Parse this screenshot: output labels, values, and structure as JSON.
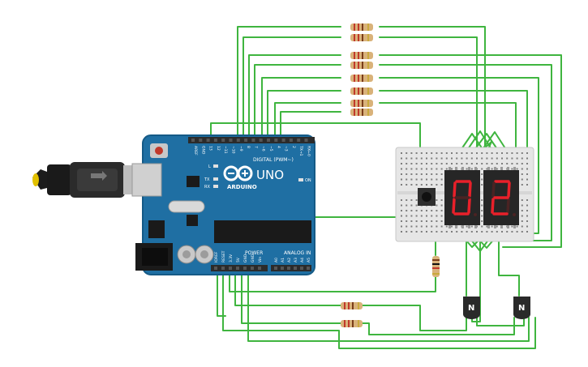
{
  "colors": {
    "wire": "#3fb53f",
    "board": "#1f6fa3",
    "board_edge": "#155a86",
    "header": "#2b2b2b",
    "breadboard": "#e6e6e6",
    "display_body": "#262626",
    "segment_on": "#e8202a",
    "segment_off": "#4a2323",
    "resistor_body": "#d9b27a",
    "transistor": "#2a2a2a"
  },
  "arduino": {
    "brand": "ARDUINO",
    "model": "UNO",
    "digital_label": "DIGITAL (PWM~)",
    "power_label": "POWER",
    "analog_label": "ANALOG IN",
    "on_label": "ON",
    "led_l": "L",
    "led_tx": "TX",
    "led_rx": "RX",
    "digital_pins": [
      "AREF",
      "GND",
      "13",
      "12",
      "~11",
      "~10",
      "~9",
      "8",
      "7",
      "~6",
      "~5",
      "4",
      "~3",
      "2",
      "TX→1",
      "RX←0"
    ],
    "power_pins": [
      "IOREF",
      "RESET",
      "3.3V",
      "5V",
      "GND",
      "GND",
      "Vin"
    ],
    "analog_pins": [
      "A0",
      "A1",
      "A2",
      "A3",
      "A4",
      "A5"
    ]
  },
  "display": {
    "digits": [
      "0",
      "2"
    ]
  },
  "transistors": [
    {
      "label": "N"
    },
    {
      "label": "N"
    }
  ]
}
